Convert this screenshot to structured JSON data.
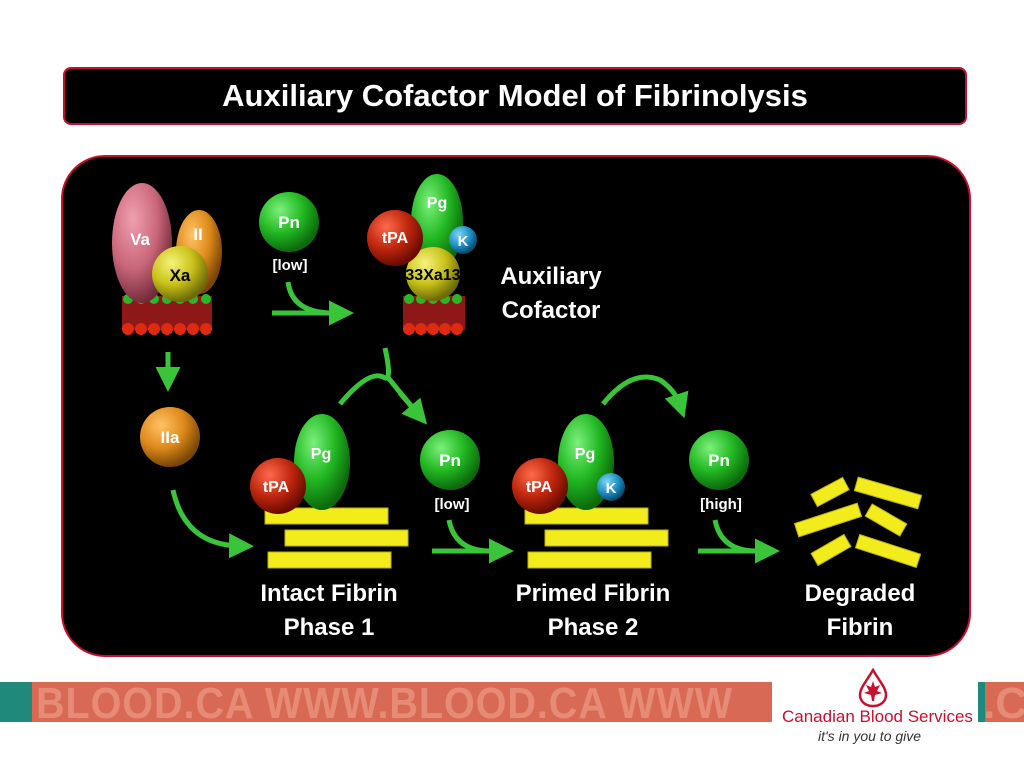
{
  "title": "Auxiliary Cofactor Model of Fibrinolysis",
  "diagram": {
    "complex": {
      "va": "Va",
      "ii": "II",
      "xa": "Xa"
    },
    "pn_top": {
      "label": "Pn",
      "conc": "[low]"
    },
    "aux_complex": {
      "pg": "Pg",
      "tpa": "tPA",
      "k": "K",
      "xa_overlay": "33Xa13"
    },
    "aux_label_line1": "Auxiliary",
    "aux_label_line2": "Cofactor",
    "iia": "IIa",
    "phase1": {
      "pg": "Pg",
      "tpa": "tPA",
      "label_line1": "Intact Fibrin",
      "label_line2": "Phase 1"
    },
    "pn_mid": {
      "label": "Pn",
      "conc": "[low]"
    },
    "phase2": {
      "pg": "Pg",
      "tpa": "tPA",
      "k": "K",
      "label_line1": "Primed Fibrin",
      "label_line2": "Phase 2"
    },
    "pn_right": {
      "label": "Pn",
      "conc": "[high]"
    },
    "degraded": {
      "label_line1": "Degraded",
      "label_line2": "Fibrin"
    }
  },
  "footer": {
    "band_text": "BLOOD.CA WWW.BLOOD.CA WWW",
    "band_text_right": ".C",
    "org_name": "Canadian Blood Services",
    "tagline": "it's in you to give"
  },
  "colors": {
    "fibrin": "#f2ec1c",
    "arrow": "#3ac43a",
    "pn": "#2fc42f",
    "tpa": "#c0270f",
    "k": "#1c8fc4",
    "border": "#c8102e"
  }
}
